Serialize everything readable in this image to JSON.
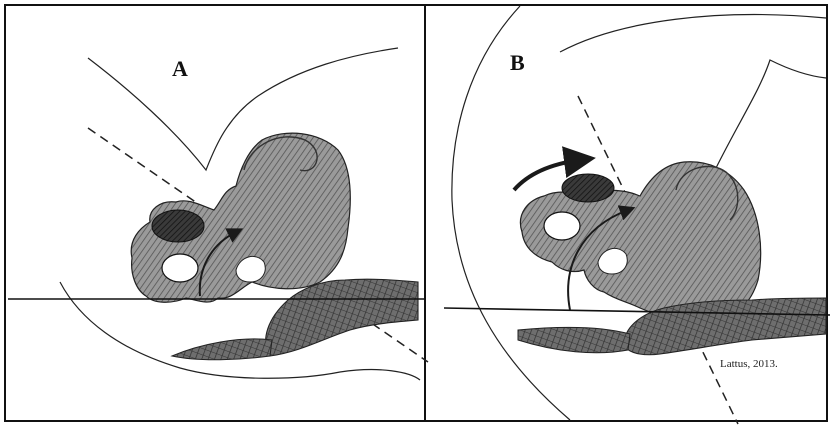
{
  "panels": {
    "a": {
      "label": "A"
    },
    "b": {
      "label": "B"
    }
  },
  "credit": "Lattus, 2013.",
  "colors": {
    "line": "#1a1a1a",
    "bone_fill": "#a9a9a9",
    "dark_fill": "#4a4a4a",
    "background": "#ffffff"
  }
}
